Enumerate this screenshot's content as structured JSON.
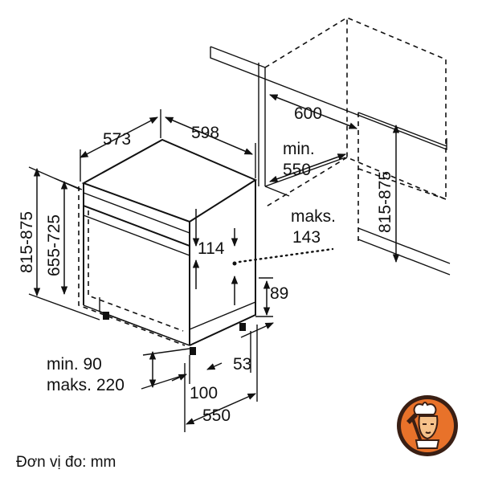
{
  "dimensions": {
    "depth_top": "573",
    "width_top": "598",
    "niche_width": "600",
    "niche_min_label": "min.",
    "niche_min_value": "550",
    "niche_height": "815-875",
    "height_total": "815-875",
    "height_door": "655-725",
    "panel_gap": "114",
    "max_label": "maks.",
    "max_value": "143",
    "foot_height": "89",
    "plinth_min": "min. 90",
    "plinth_max": "maks. 220",
    "plinth_offset": "53",
    "door_depth": "100",
    "body_depth": "550"
  },
  "footer": {
    "unit_text": "Đơn vị đo: mm"
  },
  "logo": {
    "icon": "chef-with-spatula-icon",
    "colors": {
      "background": "#e8722a",
      "ring": "#3a1f14",
      "face": "#f6c28a"
    }
  }
}
